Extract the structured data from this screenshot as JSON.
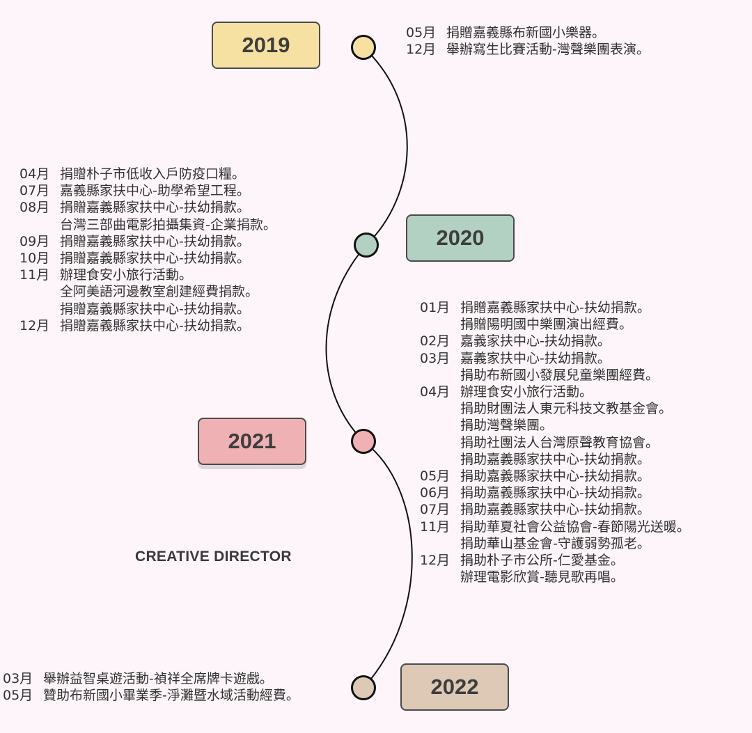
{
  "colors": {
    "y2019": "#f7e1a2",
    "y2020": "#b3d1c3",
    "y2021": "#f0b1b4",
    "y2022": "#ddc9b5",
    "background": "#fdf5f9",
    "line": "#111111"
  },
  "years": {
    "y2019": "2019",
    "y2020": "2020",
    "y2021": "2021",
    "y2022": "2022"
  },
  "label": "CREATIVE DIRECTOR",
  "events": {
    "y2019": [
      {
        "month": "05月",
        "text": "捐贈嘉義縣布新國小樂器。"
      },
      {
        "month": "12月",
        "text": "舉辦寫生比賽活動-灣聲樂團表演。"
      }
    ],
    "y2020": [
      {
        "month": "04月",
        "text": "捐贈朴子市低收入戶防疫口糧。"
      },
      {
        "month": "07月",
        "text": "嘉義縣家扶中心-助學希望工程。"
      },
      {
        "month": "08月",
        "text": "捐贈嘉義縣家扶中心-扶幼捐款。"
      },
      {
        "month": "",
        "text": "台灣三部曲電影拍攝集資-企業捐款。"
      },
      {
        "month": "09月",
        "text": "捐贈嘉義縣家扶中心-扶幼捐款。"
      },
      {
        "month": "10月",
        "text": "捐贈嘉義縣家扶中心-扶幼捐款。"
      },
      {
        "month": "11月",
        "text": "辦理食安小旅行活動。"
      },
      {
        "month": "",
        "text": "全阿美語河邊教室創建經費捐款。"
      },
      {
        "month": "",
        "text": "捐贈嘉義縣家扶中心-扶幼捐款。"
      },
      {
        "month": "12月",
        "text": "捐贈嘉義縣家扶中心-扶幼捐款。"
      }
    ],
    "y2021": [
      {
        "month": "01月",
        "text": "捐贈嘉義縣家扶中心-扶幼捐款。"
      },
      {
        "month": "",
        "text": "捐贈陽明國中樂團演出經費。"
      },
      {
        "month": "02月",
        "text": "嘉義家扶中心-扶幼捐款。"
      },
      {
        "month": "03月",
        "text": "嘉義家扶中心-扶幼捐款。"
      },
      {
        "month": "",
        "text": "捐助布新國小發展兒童樂團經費。"
      },
      {
        "month": "04月",
        "text": "辦理食安小旅行活動。"
      },
      {
        "month": "",
        "text": "捐助財團法人東元科技文教基金會。"
      },
      {
        "month": "",
        "text": "捐助灣聲樂團。"
      },
      {
        "month": "",
        "text": "捐助社團法人台灣原聲教育協會。"
      },
      {
        "month": "",
        "text": "捐助嘉義縣家扶中心-扶幼捐款。"
      },
      {
        "month": "05月",
        "text": "捐助嘉義縣家扶中心-扶幼捐款。"
      },
      {
        "month": "06月",
        "text": "捐助嘉義縣家扶中心-扶幼捐款。"
      },
      {
        "month": "07月",
        "text": "捐助嘉義縣家扶中心-扶幼捐款。"
      },
      {
        "month": "11月",
        "text": "捐助華夏社會公益協會-春節陽光送暖。"
      },
      {
        "month": "",
        "text": "捐助華山基金會-守護弱勢孤老。"
      },
      {
        "month": "12月",
        "text": "捐助朴子市公所-仁愛基金。"
      },
      {
        "month": "",
        "text": "辦理電影欣賞-聽見歌再唱。"
      }
    ],
    "y2022": [
      {
        "month": "03月",
        "text": "舉辦益智桌遊活動-禎祥全席牌卡遊戲。"
      },
      {
        "month": "05月",
        "text": "贊助布新國小畢業季-淨灘暨水域活動經費。"
      }
    ]
  }
}
